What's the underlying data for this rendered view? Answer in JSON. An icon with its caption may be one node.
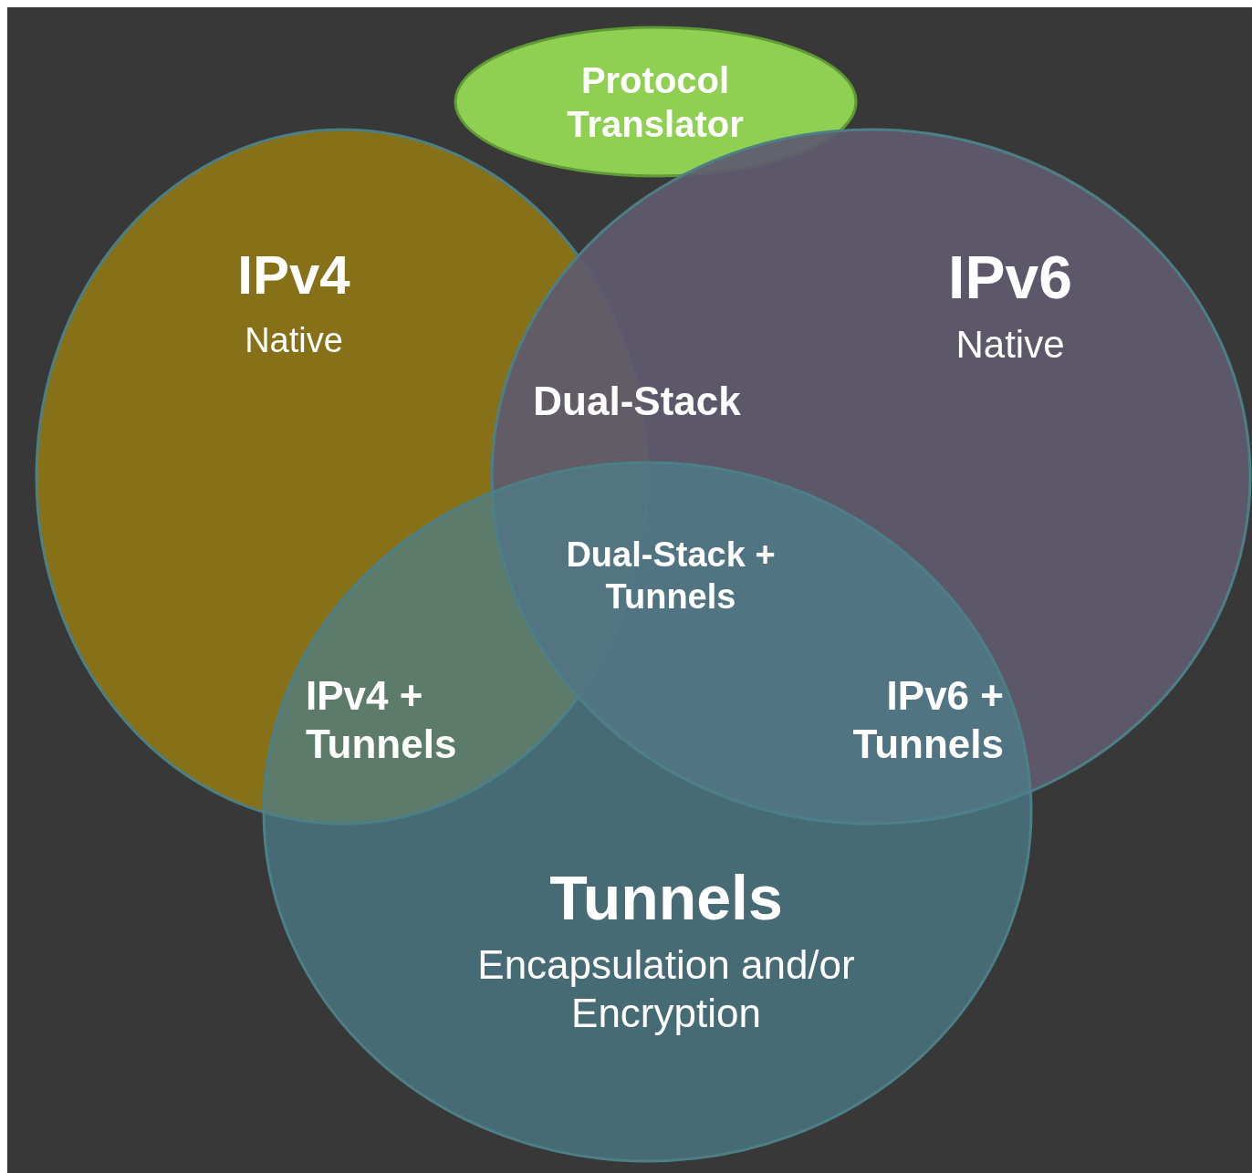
{
  "diagram": {
    "nodes": [
      {
        "text": [
          "Protocol Translator"
        ]
      },
      {
        "text": [
          "IPv4",
          "Native"
        ]
      },
      {
        "text": [
          "IPv6",
          "Native"
        ]
      },
      {
        "text": [
          "Tunnels",
          "Encapsulation and/or Encryption"
        ]
      }
    ],
    "labels": [
      "Dual-Stack",
      "Dual-Stack + Tunnels",
      "IPv4 + Tunnels",
      "IPv6 + Tunnels"
    ]
  }
}
